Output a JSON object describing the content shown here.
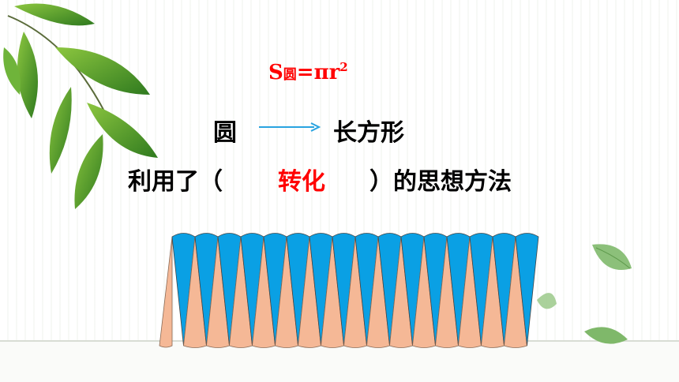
{
  "formula": {
    "main": "S",
    "subscript": "圆",
    "rest": "=πr",
    "exponent": "2"
  },
  "transform": {
    "from": "圆",
    "to": "长方形"
  },
  "sentence": {
    "before": "利用了（",
    "answer": "转化",
    "after": "）的思想方法"
  },
  "colors": {
    "formula": "#ff0000",
    "answer": "#ff0000",
    "arrow": "#29a3e0",
    "sector_top": "#0aa0e4",
    "sector_bottom": "#f5b896",
    "leaf": "#4c9a2a"
  },
  "figure": {
    "description_free": true,
    "sector_pairs": 16
  }
}
